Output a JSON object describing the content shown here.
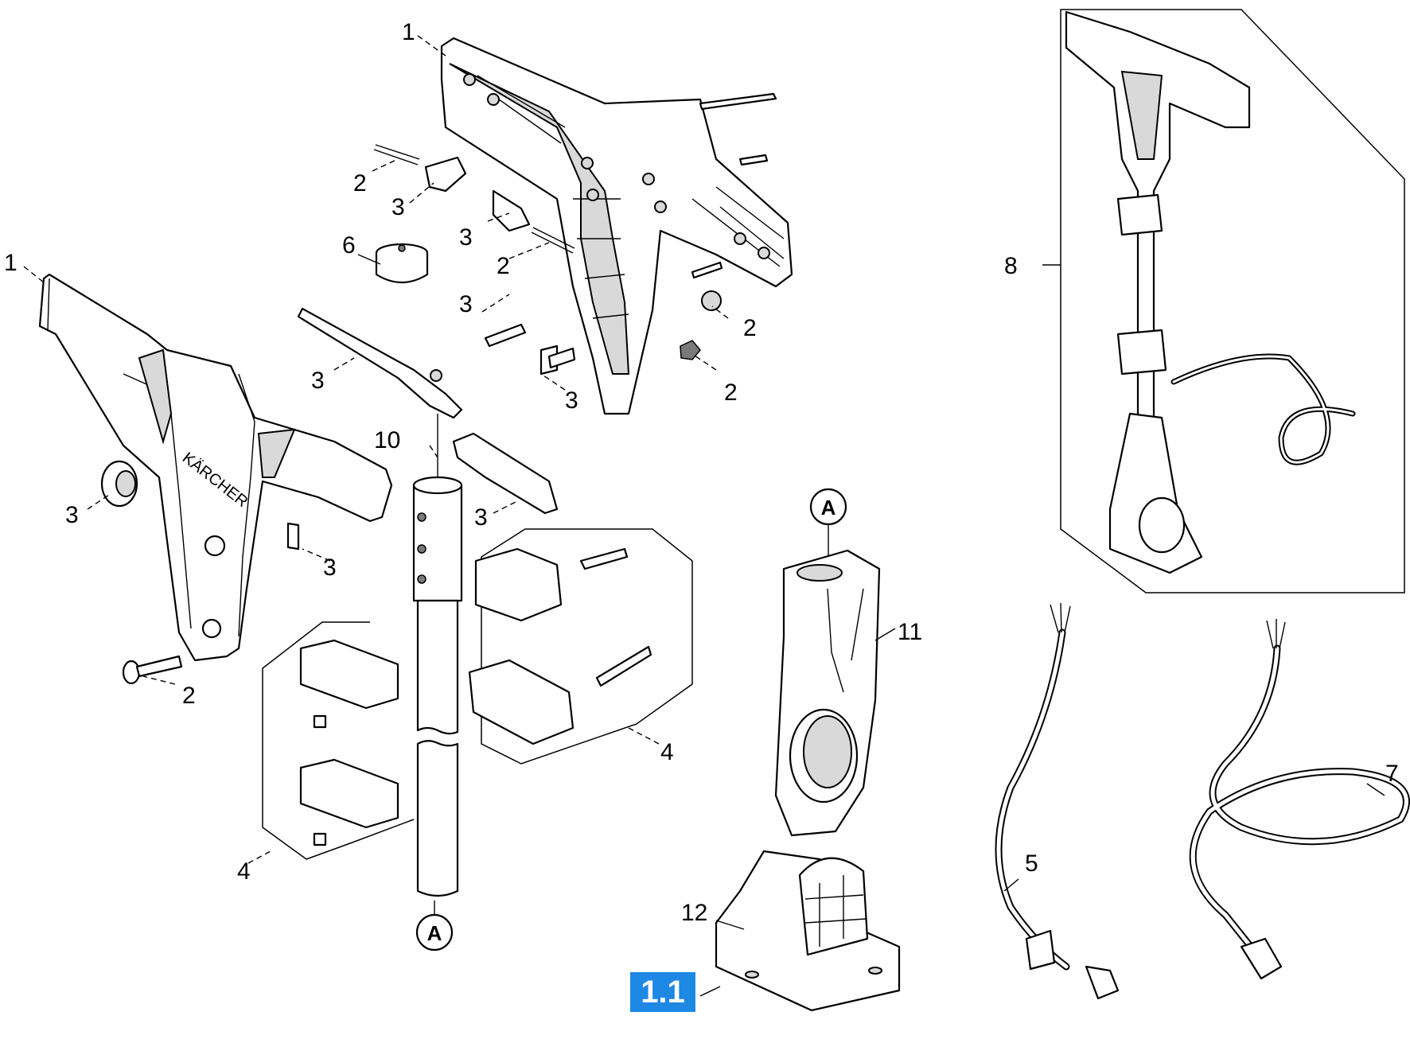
{
  "diagram": {
    "badge": "1.1",
    "brand": "KÄRCHER",
    "connector_letter": "A",
    "callouts": {
      "handle_top": "1",
      "handle_left": "1",
      "parts_2a": "2",
      "parts_2b": "2",
      "parts_2c": "2",
      "parts_2d": "2",
      "parts_2e": "2",
      "parts_3a": "3",
      "parts_3b": "3",
      "parts_3c": "3",
      "parts_3d": "3",
      "parts_3e": "3",
      "parts_3f": "3",
      "parts_3g": "3",
      "parts_3h": "3",
      "clamp_right": "4",
      "clamp_left": "4",
      "cable_5": "5",
      "knob_6": "6",
      "cable_7": "7",
      "assembly_8": "8",
      "rod_10": "10",
      "bracket_11": "11",
      "base_12": "12"
    }
  }
}
